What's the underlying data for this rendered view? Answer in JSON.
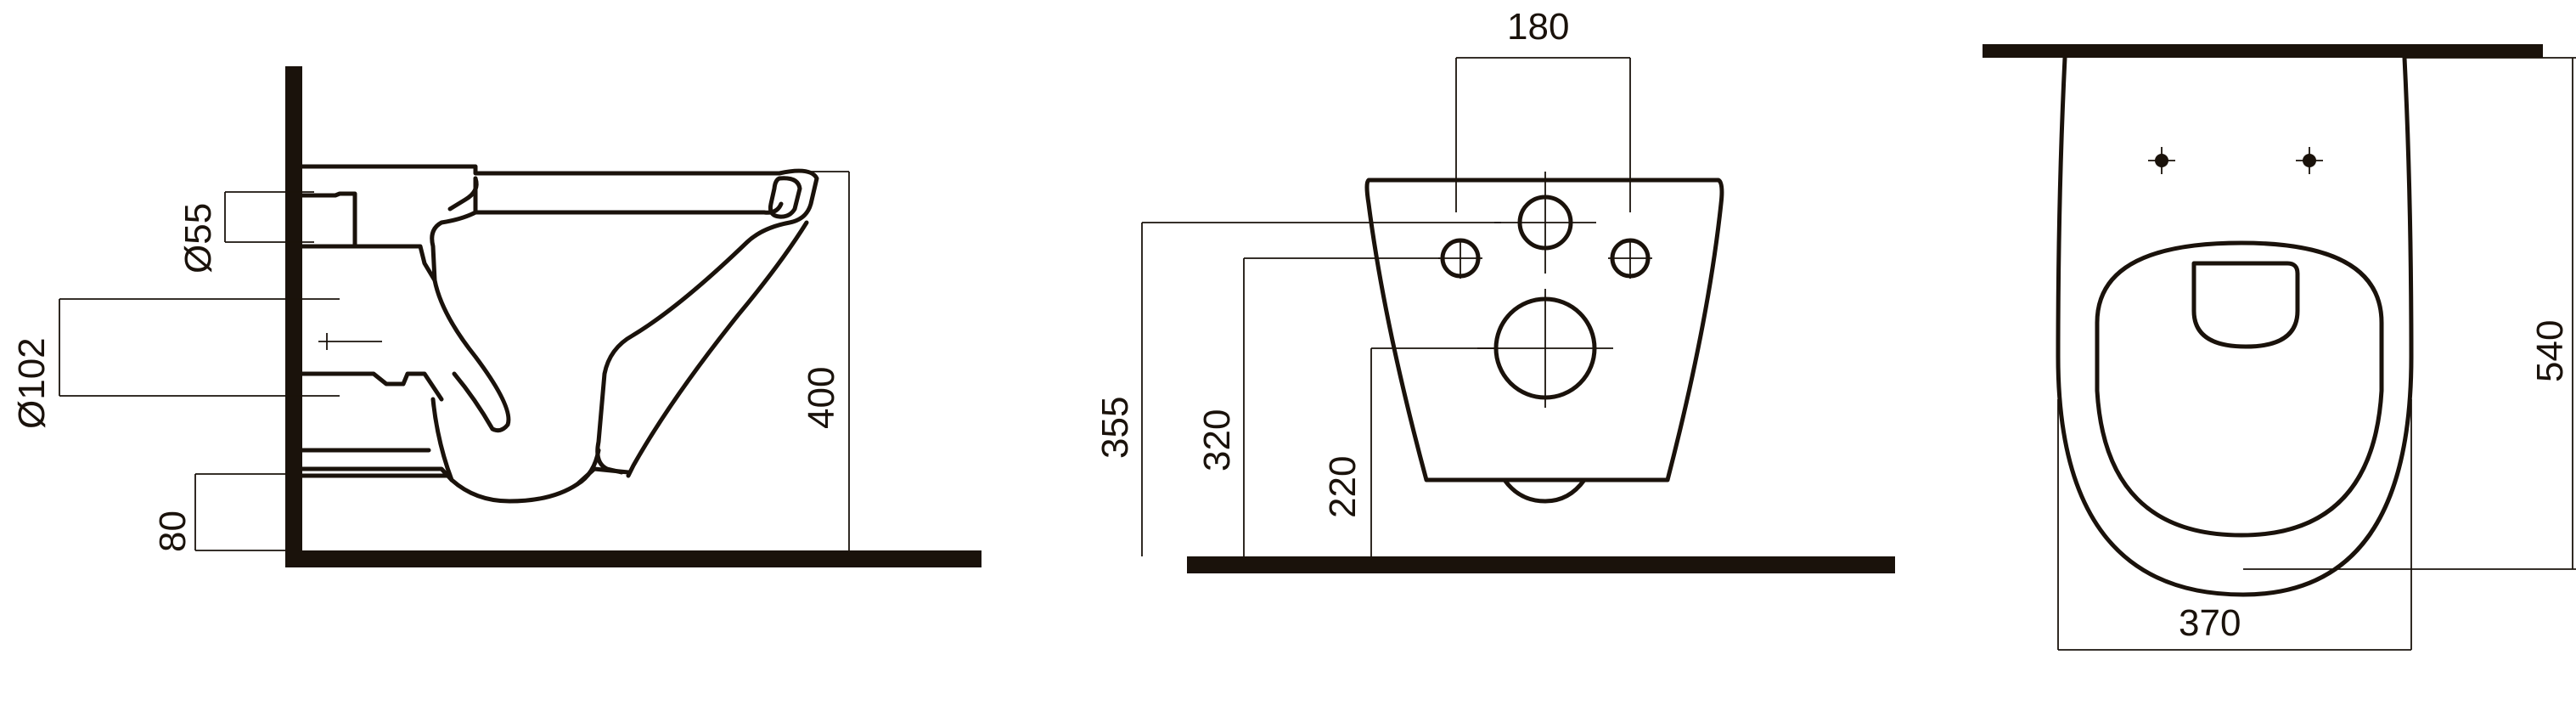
{
  "side_view": {
    "dim_pipe_55": "Ø55",
    "dim_pipe_102": "Ø102",
    "dim_floor_80": "80",
    "dim_height_400": "400"
  },
  "front_view": {
    "dim_spacing_180": "180",
    "dim_height_355": "355",
    "dim_height_320": "320",
    "dim_height_220": "220"
  },
  "top_view": {
    "dim_width_370": "370",
    "dim_length_540": "540"
  }
}
